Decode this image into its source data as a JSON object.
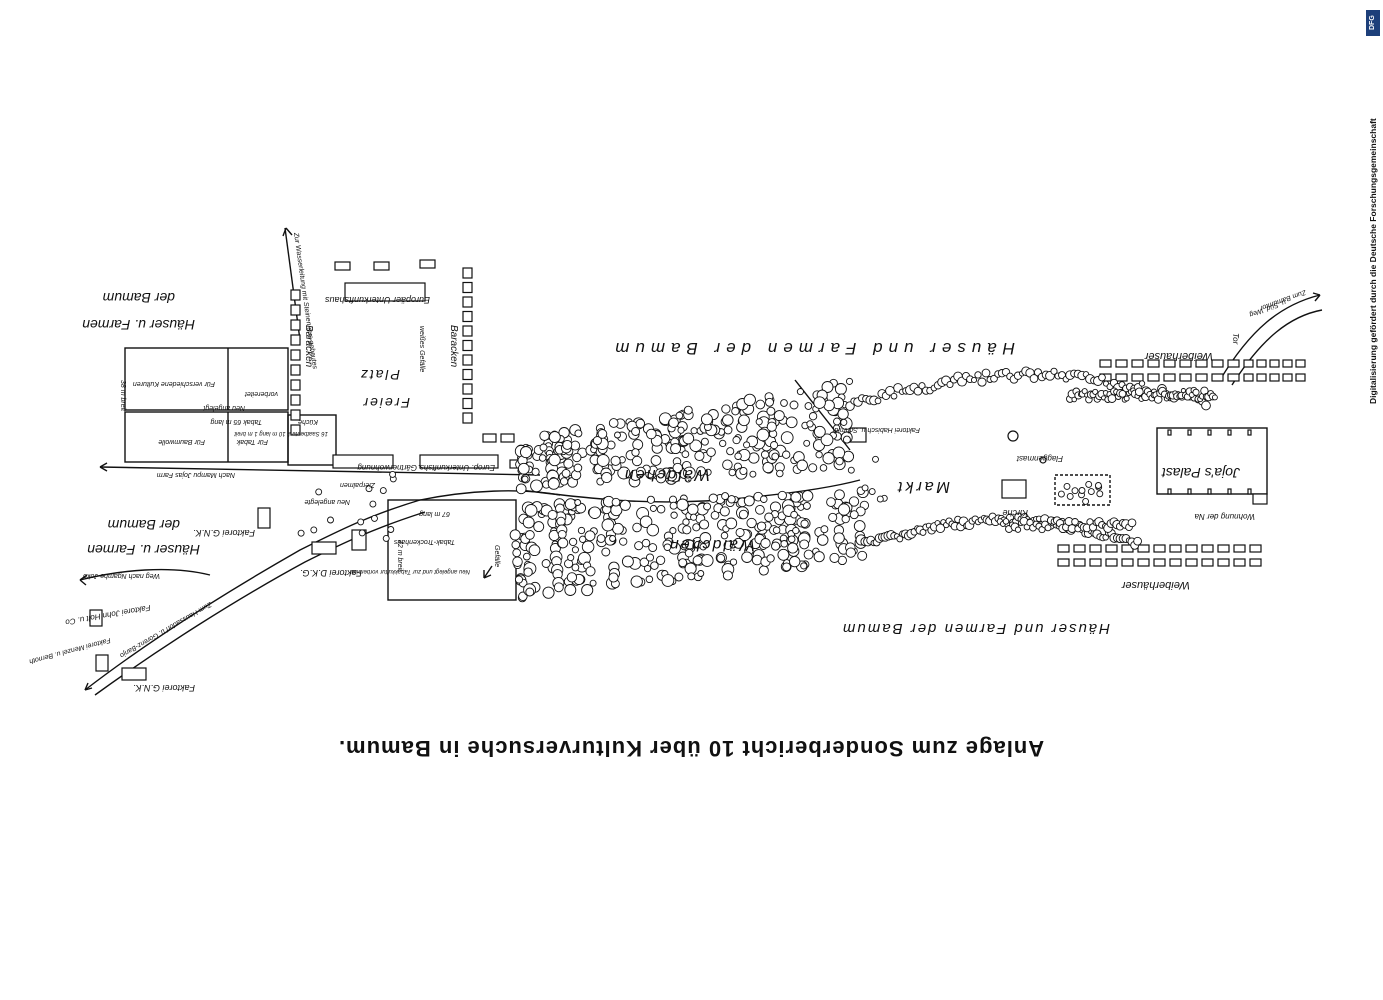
{
  "caption": "Anlage zum Sonderbericht 10 über Kulturversuche in Bamum.",
  "credit": {
    "logo": "DFG",
    "text": "Digitalisierung gefördert durch die Deutsche Forschungsgemeinschaft"
  },
  "map": {
    "orientation": "upside-down (rotated 180°)",
    "labels": {
      "haeuser_oben_rechts": "Häuser und Farmen der Bamum",
      "haeuser_unten": "Häuser und Farmen der Bamum",
      "haeuser_links_oben_1": "Häuser u. Farmen",
      "haeuser_links_oben_2": "der Bamum",
      "haeuser_links_mitte_1": "Häuser u. Farmen",
      "haeuser_links_mitte_2": "der Bamum",
      "weiberhaeuser_oben": "Weiberhäuser",
      "weiberhaeuser_unten": "Weiberhäuser",
      "jojas_palast": "Joja's Palast",
      "wohnung": "Wohnung der Na",
      "markt": "Markt",
      "kirche": "Kirche",
      "flaggenmast": "Flaggenmast",
      "faktorei_habisch": "Faktorei Habisch u. Schmidt",
      "waeldchen_1": "Wäldchen",
      "waeldchen_2": "Wäldchen",
      "freier": "Freier",
      "platz": "Platz",
      "baracken_1": "Baracken",
      "baracken_2": "Baracken",
      "europ_unterkunftshaus": "Europäer Unterkunftshaus",
      "weisses_gefaelle": "weißes Gefälle",
      "wasserleitung": "Zur Wasserleitung mit Steinen aus gebautes",
      "europ_unterkunft": "Europ. Unterkunftshs.",
      "gaertnerwohnung": "Gärtnerwohnung",
      "kueche": "Küche",
      "neu_angelegt": "Neu angelegt",
      "vorbereitet": "vorbereitet",
      "fuer_verschiedene_kulturen": "Für verschiedene Kulturen",
      "fuer_baumwolle": "Für Baumwolle",
      "fuer_tabak": "Für Tabak",
      "tabak_65m": "Tabak 65 m lang",
      "breit_38m": "38 m breit",
      "saatbeete": "16 Saatbeete à 10 m lang 1 m breit",
      "nach_mampu": "Nach Mampu Jojas Farm",
      "zierpalmen": "Zierpalmen",
      "neu_angelegte": "Neu angelegte",
      "faktorei_gnk_1": "Faktorei G.N.K.",
      "faktorei_dkg": "Faktorei D.K.G.",
      "tabak_trockenhaus": "Tabak-Trockenhaus",
      "gefaelle": "Gefälle",
      "tabakkultur": "Neu angelegt und zur Tabakkultur vorbereitet",
      "m67_lang": "67 m lang",
      "m42_breit": "42 m breit",
      "weg_ngambe": "Weg nach Ngambe-Joko",
      "faktorei_john_holt": "Faktorei John Holt u. Co",
      "faktorei_menzel": "Faktorei Menzel u. Bernoth",
      "zum_haussadorf": "Zum Haussadorf u. Gorenz-Banjo",
      "faktorei_gnk_2": "Faktorei G.N.K.",
      "tor": "Tor",
      "zum_bamumtor": "Zum Bamumtor",
      "weg_sued": "u. Süd. Weg"
    }
  }
}
